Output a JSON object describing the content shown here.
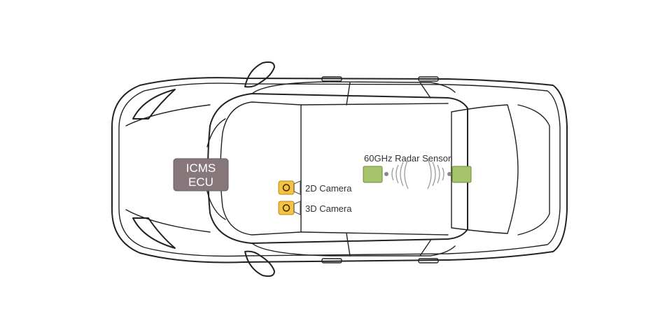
{
  "ecu": {
    "line1": "ICMS",
    "line2": "ECU"
  },
  "cameras": [
    {
      "label": "2D Camera"
    },
    {
      "label": "3D Camera"
    }
  ],
  "radar": {
    "label": "60GHz Radar Sensor"
  },
  "colors": {
    "outline": "#222222",
    "ecu_fill": "#85777a",
    "ecu_text": "#ffffff",
    "camera_fill": "#f5c242",
    "camera_icon": "#3b2a00",
    "sensor_fill": "#a6c46c",
    "sensor_stroke": "#6f8a3a",
    "text": "#333333"
  },
  "icons": {
    "camera": "camera-icon",
    "radar_wave": "radar-wave-icon"
  }
}
